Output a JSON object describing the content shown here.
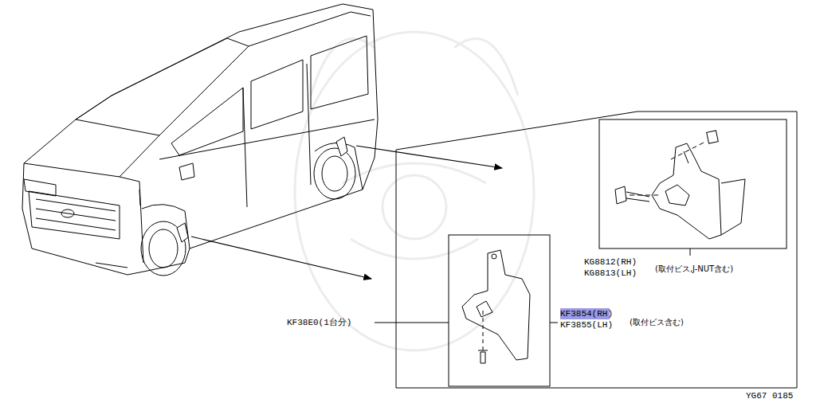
{
  "diagram": {
    "labels": [
      "KG8812(RH)",
      "KG8813(LH)",
      "(取付ビス,J-NUT含む)",
      "KF3854(RH)",
      "KF3855(LH)",
      "(取付ビス含む)",
      "KF38E0(1台分)",
      "YG67 0185"
    ]
  }
}
